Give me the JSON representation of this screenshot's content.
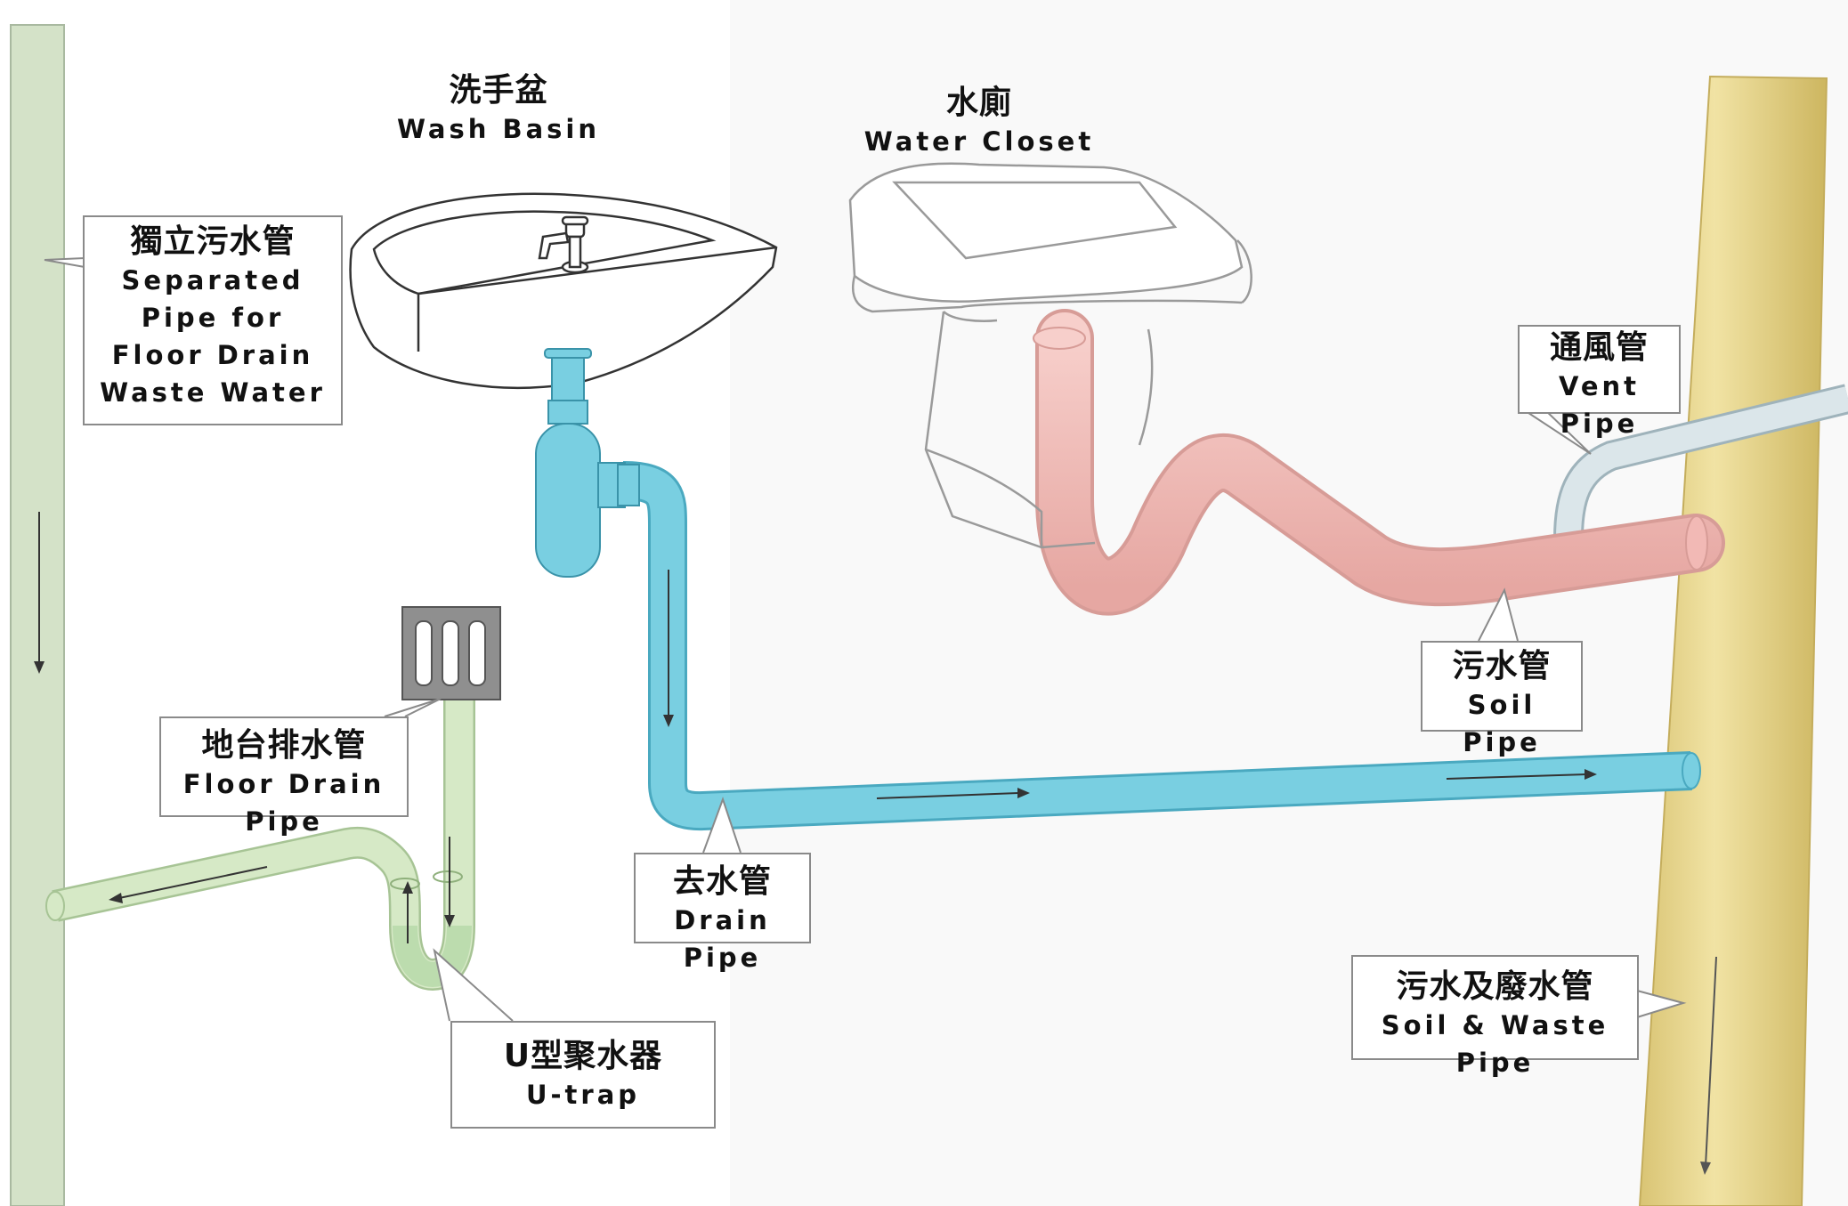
{
  "labels": {
    "wash_basin": {
      "zh": "洗手盆",
      "en": "Wash Basin"
    },
    "water_closet": {
      "zh": "水廁",
      "en": "Water Closet"
    },
    "separated_pipe": {
      "zh": "獨立污水管",
      "en_lines": [
        "Separated",
        "Pipe for",
        "Floor Drain",
        "Waste Water"
      ]
    },
    "vent_pipe": {
      "zh": "通風管",
      "en": "Vent Pipe"
    },
    "soil_pipe": {
      "zh": "污水管",
      "en": "Soil Pipe"
    },
    "floor_drain_pipe": {
      "zh": "地台排水管",
      "en": "Floor Drain Pipe"
    },
    "drain_pipe": {
      "zh": "去水管",
      "en": "Drain Pipe"
    },
    "u_trap": {
      "zh": "U型聚水器",
      "en": "U-trap"
    },
    "soil_waste_pipe": {
      "zh": "污水及廢水管",
      "en": "Soil & Waste Pipe"
    }
  },
  "colors": {
    "drain_pipe": "#79cfe1",
    "soil_pipe": "#f2b9b5",
    "floor_drain_pipe": "#d6e9c6",
    "separated_pipe": "#d4e2c8",
    "stack": "#e8d68c",
    "vent_pipe": "#c9d8df",
    "outline": "#8a8a8a"
  }
}
